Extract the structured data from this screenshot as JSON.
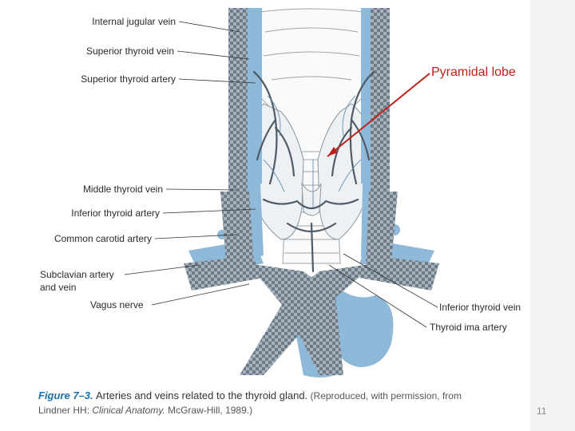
{
  "labels_left": [
    "Internal jugular vein",
    "Superior thyroid vein",
    "Superior thyroid artery",
    "Middle thyroid vein",
    "Inferior thyroid artery",
    "Common carotid artery",
    "Subclavian artery",
    "and vein",
    "Vagus nerve"
  ],
  "labels_right": [
    "Inferior thyroid vein",
    "Thyroid ima artery"
  ],
  "callout": {
    "text": "Pyramidal lobe",
    "color": "#c0201a"
  },
  "caption": {
    "figure": "Figure 7–3.",
    "title": "Arteries and veins related to the thyroid gland.",
    "credit_a": "(Reproduced, with permission, from",
    "credit_b": "Lindner HH:",
    "credit_book": "Clinical Anatomy.",
    "credit_c": "McGraw-Hill, 1989.)"
  },
  "page_number": "11",
  "colors": {
    "vein_blue": "#8fb9d8",
    "artery_gray": "#5d6b78",
    "leader_line": "#333333"
  }
}
